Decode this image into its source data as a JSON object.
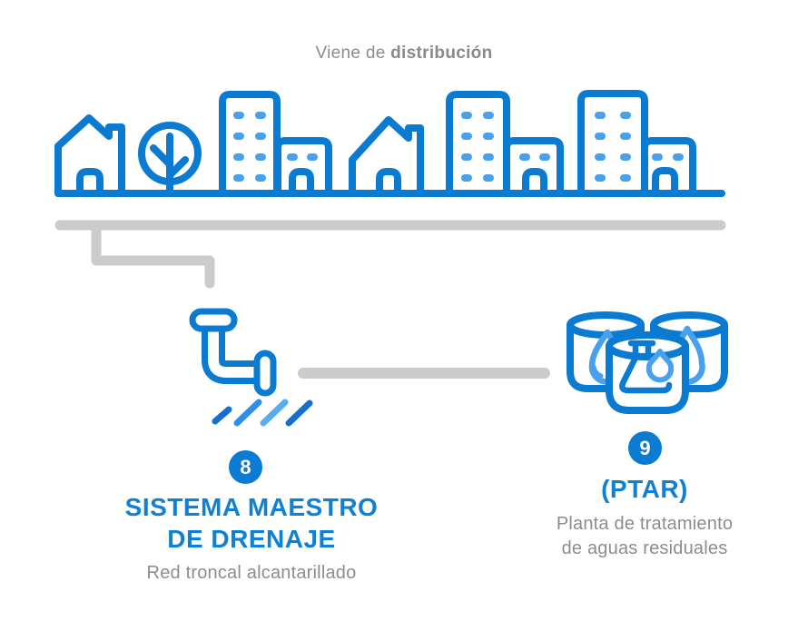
{
  "header": {
    "prefix": "Viene de ",
    "highlight": "distribución"
  },
  "sections": {
    "drainage": {
      "badge": "8",
      "title_lines": [
        "SISTEMA MAESTRO",
        "DE DRENAJE"
      ],
      "subtitle": "Red troncal alcantarillado"
    },
    "treatment": {
      "badge": "9",
      "title": "(PTAR)",
      "subtitle_lines": [
        "Planta de tratamiento",
        "de aguas residuales"
      ]
    }
  },
  "icons": {
    "skyline": "city-skyline-icon",
    "pipe": "drain-pipe-icon",
    "flow": "water-flow-icon",
    "plant": "treatment-plant-icon"
  },
  "colors": {
    "primary_blue": "#0b7ad1",
    "light_blue": "#47a1ef",
    "lighter_blue": "#58acf3",
    "dark_slash_blue": "#1470cc",
    "text_blue": "#0e81d6",
    "badge_blue": "#0b7cd2",
    "gray_line": "#cbcbcb",
    "gray_text": "#8d8d8d",
    "background": "#ffffff"
  }
}
